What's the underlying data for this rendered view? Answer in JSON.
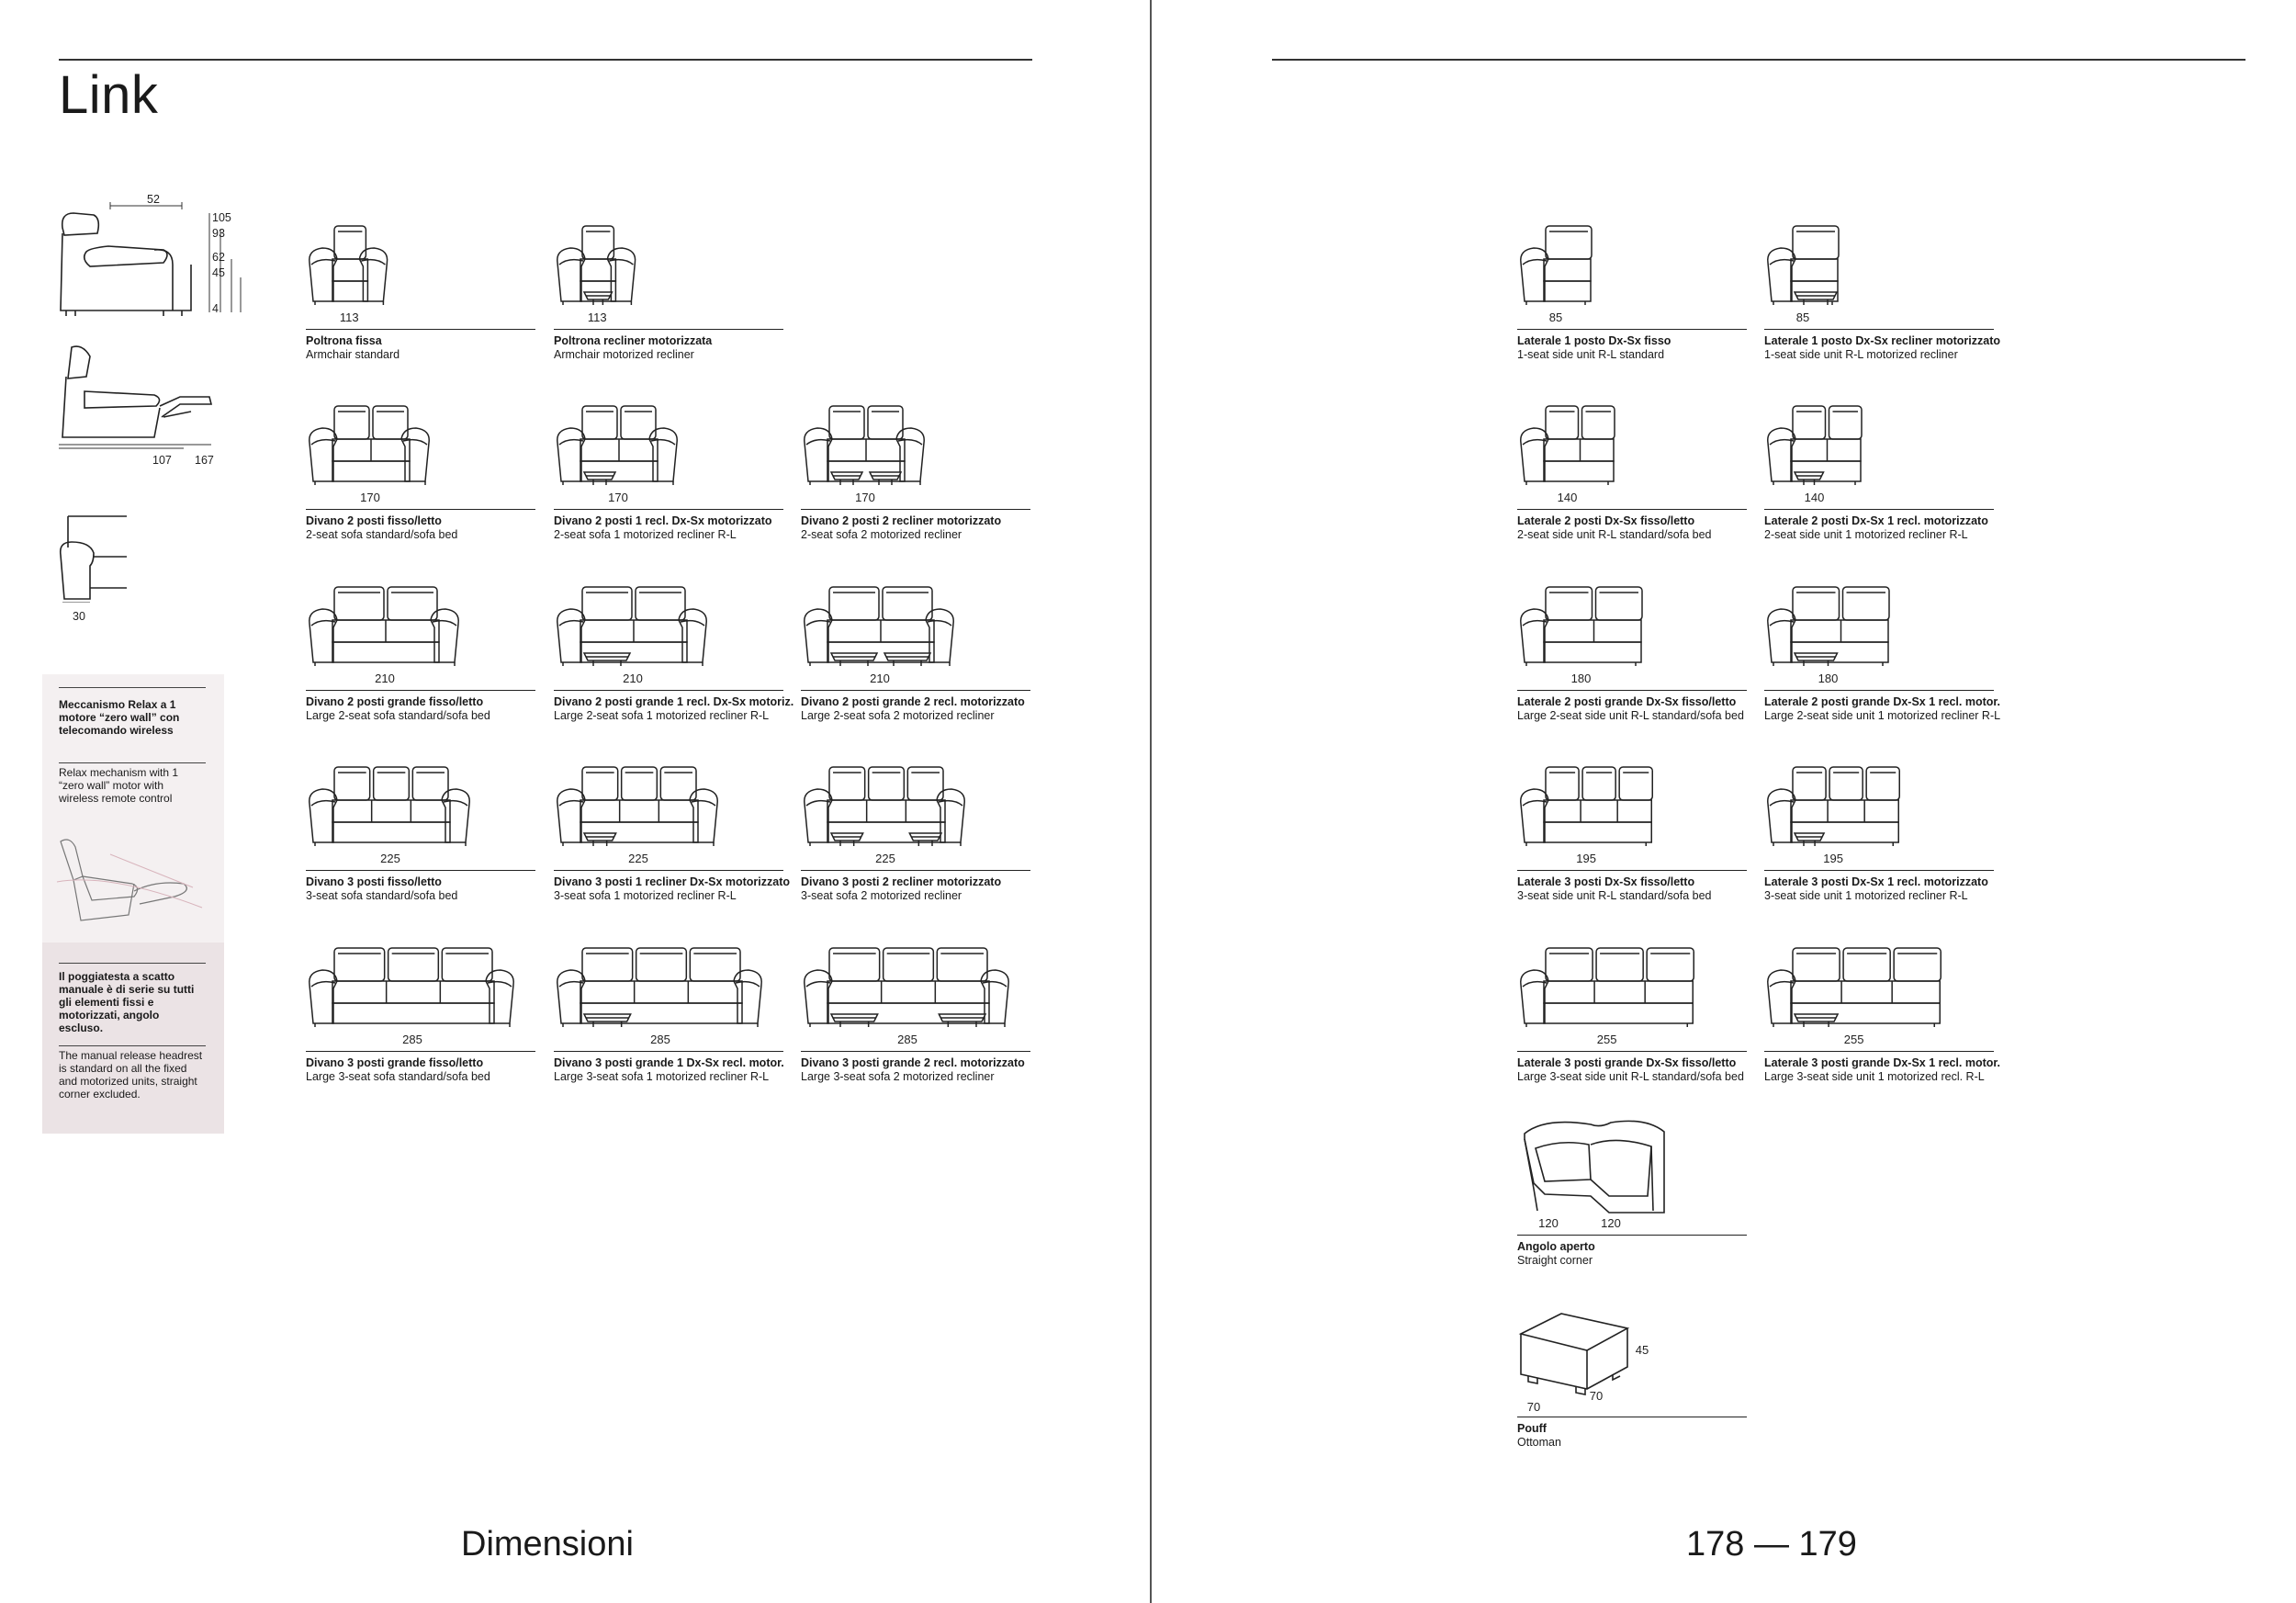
{
  "page": {
    "title": "Link",
    "footer_left": "Dimensioni",
    "footer_right": "178 — 179"
  },
  "side_dims": {
    "top": "52",
    "h1": "105",
    "h2": "93",
    "h3": "62",
    "h4": "45",
    "h5": "4",
    "recl_d1": "107",
    "recl_d2": "167",
    "arm": "30"
  },
  "info_boxes": [
    {
      "it": "Meccanismo Relax a 1 motore “zero wall” con telecomando wireless",
      "en": "Relax mechanism with 1 “zero wall” motor with wireless remote control",
      "color": "#f4f0f1"
    },
    {
      "it": "Il poggiatesta a scatto manuale è di serie su tutti gli elementi fissi e motorizzati, angolo escluso.",
      "en": "The manual release headrest is standard on all the fixed and motorized units, straight corner excluded.",
      "color": "#ebe3e5"
    }
  ],
  "left_grid": [
    {
      "dim": "113",
      "it": "Poltrona fissa",
      "en": "Armchair standard",
      "seats": 1,
      "recl": 0
    },
    {
      "dim": "113",
      "it": "Poltrona recliner motorizzata",
      "en": "Armchair motorized recliner",
      "seats": 1,
      "recl": 1
    },
    {
      "dim": "170",
      "it": "Divano 2 posti fisso/letto",
      "en": "2-seat sofa standard/sofa bed",
      "seats": 2,
      "recl": 0
    },
    {
      "dim": "170",
      "it": "Divano 2 posti 1 recl. Dx-Sx motorizzato",
      "en": "2-seat sofa 1 motorized recliner R-L",
      "seats": 2,
      "recl": 1
    },
    {
      "dim": "170",
      "it": "Divano 2 posti 2 recliner motorizzato",
      "en": "2-seat sofa 2 motorized recliner",
      "seats": 2,
      "recl": 2
    },
    {
      "dim": "210",
      "it": "Divano 2 posti grande fisso/letto",
      "en": "Large 2-seat sofa standard/sofa bed",
      "seats": 2,
      "recl": 0
    },
    {
      "dim": "210",
      "it": "Divano 2 posti grande 1 recl. Dx-Sx motoriz.",
      "en": "Large 2-seat sofa 1 motorized recliner R-L",
      "seats": 2,
      "recl": 1
    },
    {
      "dim": "210",
      "it": "Divano 2 posti grande 2 recl. motorizzato",
      "en": "Large 2-seat sofa 2 motorized recliner",
      "seats": 2,
      "recl": 2
    },
    {
      "dim": "225",
      "it": "Divano 3 posti fisso/letto",
      "en": "3-seat sofa standard/sofa bed",
      "seats": 3,
      "recl": 0
    },
    {
      "dim": "225",
      "it": "Divano 3 posti 1 recliner Dx-Sx motorizzato",
      "en": "3-seat sofa 1 motorized recliner R-L",
      "seats": 3,
      "recl": 1
    },
    {
      "dim": "225",
      "it": "Divano 3 posti 2 recliner motorizzato",
      "en": "3-seat sofa 2 motorized recliner",
      "seats": 3,
      "recl": 2
    },
    {
      "dim": "285",
      "it": "Divano 3 posti grande fisso/letto",
      "en": "Large 3-seat sofa standard/sofa bed",
      "seats": 3,
      "recl": 0
    },
    {
      "dim": "285",
      "it": "Divano 3 posti grande 1 Dx-Sx recl. motor.",
      "en": "Large 3-seat sofa 1 motorized recliner R-L",
      "seats": 3,
      "recl": 1
    },
    {
      "dim": "285",
      "it": "Divano 3 posti grande 2 recl. motorizzato",
      "en": "Large 3-seat sofa 2 motorized recliner",
      "seats": 3,
      "recl": 2
    }
  ],
  "right_grid": [
    {
      "dim": "85",
      "it": "Laterale 1 posto Dx-Sx fisso",
      "en": "1-seat side unit R-L standard",
      "seats": 1,
      "recl": 0
    },
    {
      "dim": "85",
      "it": "Laterale 1 posto Dx-Sx recliner motorizzato",
      "en": "1-seat side unit R-L motorized recliner",
      "seats": 1,
      "recl": 1
    },
    {
      "dim": "140",
      "it": "Laterale 2 posti Dx-Sx fisso/letto",
      "en": "2-seat side unit R-L standard/sofa bed",
      "seats": 2,
      "recl": 0
    },
    {
      "dim": "140",
      "it": "Laterale 2 posti Dx-Sx 1 recl. motorizzato",
      "en": "2-seat side unit 1 motorized recliner R-L",
      "seats": 2,
      "recl": 1
    },
    {
      "dim": "180",
      "it": "Laterale 2 posti grande Dx-Sx fisso/letto",
      "en": "Large 2-seat side unit R-L standard/sofa bed",
      "seats": 2,
      "recl": 0
    },
    {
      "dim": "180",
      "it": "Laterale 2 posti grande Dx-Sx 1 recl. motor.",
      "en": "Large 2-seat side unit 1 motorized recliner R-L",
      "seats": 2,
      "recl": 1
    },
    {
      "dim": "195",
      "it": "Laterale 3 posti Dx-Sx fisso/letto",
      "en": "3-seat side unit R-L standard/sofa bed",
      "seats": 3,
      "recl": 0
    },
    {
      "dim": "195",
      "it": "Laterale 3 posti Dx-Sx 1 recl. motorizzato",
      "en": "3-seat side unit 1 motorized recliner R-L",
      "seats": 3,
      "recl": 1
    },
    {
      "dim": "255",
      "it": "Laterale 3 posti grande Dx-Sx fisso/letto",
      "en": "Large 3-seat side unit R-L standard/sofa bed",
      "seats": 3,
      "recl": 0
    },
    {
      "dim": "255",
      "it": "Laterale 3 posti grande Dx-Sx 1 recl. motor.",
      "en": "Large 3-seat side unit 1 motorized recl. R-L",
      "seats": 3,
      "recl": 1
    }
  ],
  "corner": {
    "dim_a": "120",
    "dim_b": "120",
    "it": "Angolo aperto",
    "en": "Straight corner"
  },
  "ottoman": {
    "dim_w": "70",
    "dim_d": "70",
    "dim_h": "45",
    "it": "Pouff",
    "en": "Ottoman"
  }
}
